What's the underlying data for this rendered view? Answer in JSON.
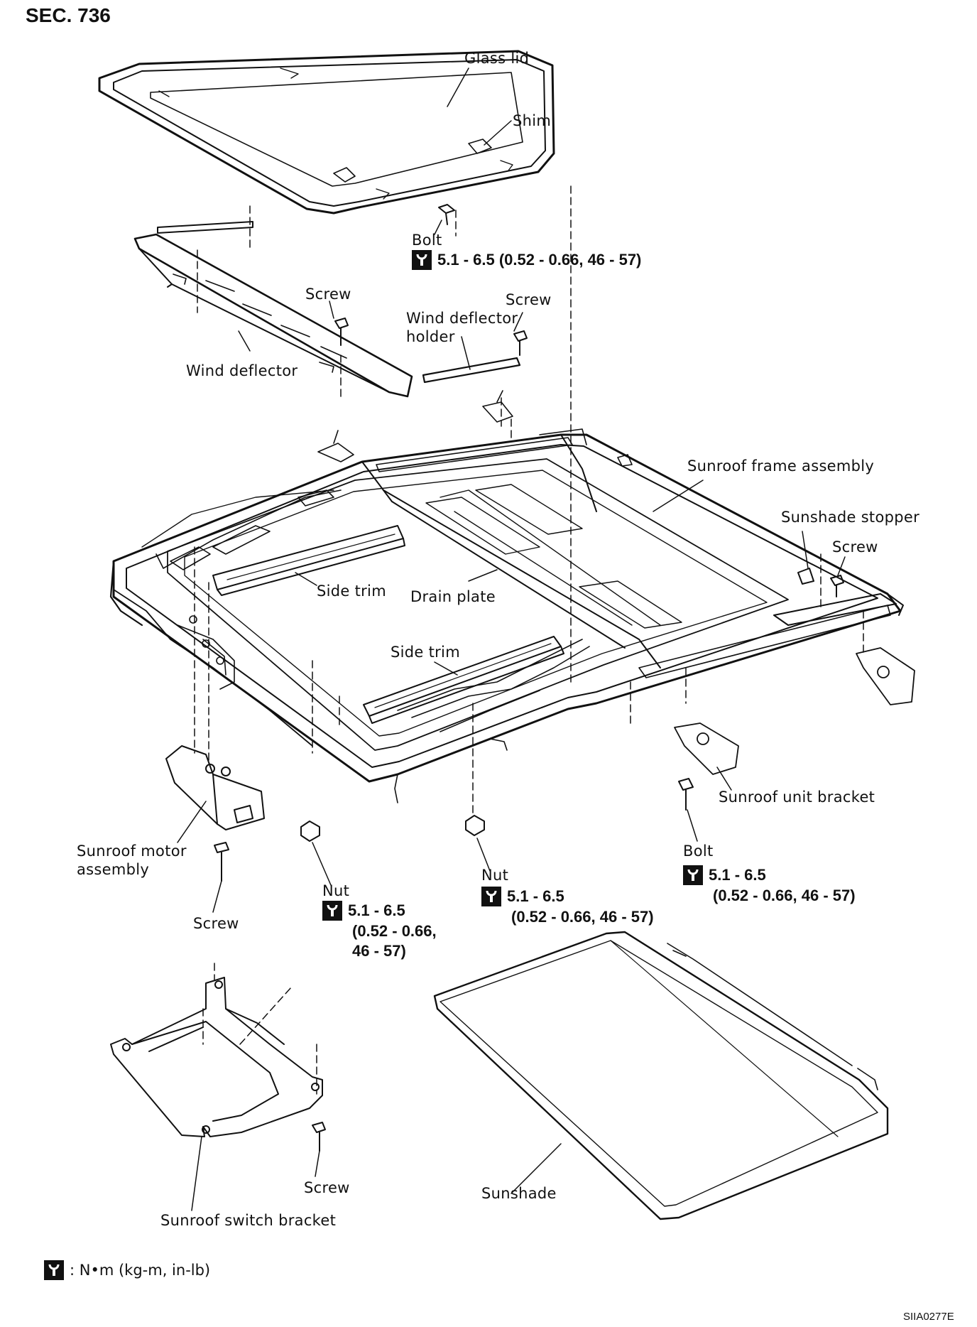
{
  "section": "SEC. 736",
  "drawing_code": "SIIA0277E",
  "labels": {
    "glass_lid": "Glass lid",
    "shim": "Shim",
    "bolt_top": "Bolt",
    "screw_wd": "Screw",
    "screw_holder": "Screw",
    "wind_deflector_holder_1": "Wind deflector",
    "wind_deflector_holder_2": "holder",
    "wind_deflector": "Wind deflector",
    "sunroof_frame_assembly": "Sunroof frame assembly",
    "sunshade_stopper": "Sunshade stopper",
    "screw_stopper": "Screw",
    "side_trim_left": "Side trim",
    "drain_plate": "Drain plate",
    "side_trim_front": "Side trim",
    "sunroof_unit_bracket": "Sunroof unit bracket",
    "bolt_bracket": "Bolt",
    "sunroof_motor_assembly_1": "Sunroof motor",
    "sunroof_motor_assembly_2": "assembly",
    "screw_motor": "Screw",
    "nut_left": "Nut",
    "nut_center": "Nut",
    "screw_switch": "Screw",
    "sunroof_switch_bracket": "Sunroof switch bracket",
    "sunshade": "Sunshade"
  },
  "torque": {
    "bolt_top": "5.1 - 6.5 (0.52 - 0.66, 46 - 57)",
    "nut_left_1": "5.1 - 6.5",
    "nut_left_2": "(0.52 - 0.66,",
    "nut_left_3": "46 - 57)",
    "nut_center_1": "5.1 - 6.5",
    "nut_center_2": "(0.52 - 0.66, 46 - 57)",
    "bolt_bracket_1": "5.1 - 6.5",
    "bolt_bracket_2": "(0.52 - 0.66, 46 - 57)"
  },
  "legend": {
    "text": ": N•m (kg-m, in-lb)",
    "icon": "torque-wrench-icon"
  },
  "colors": {
    "ink": "#111111",
    "paper": "#ffffff"
  }
}
